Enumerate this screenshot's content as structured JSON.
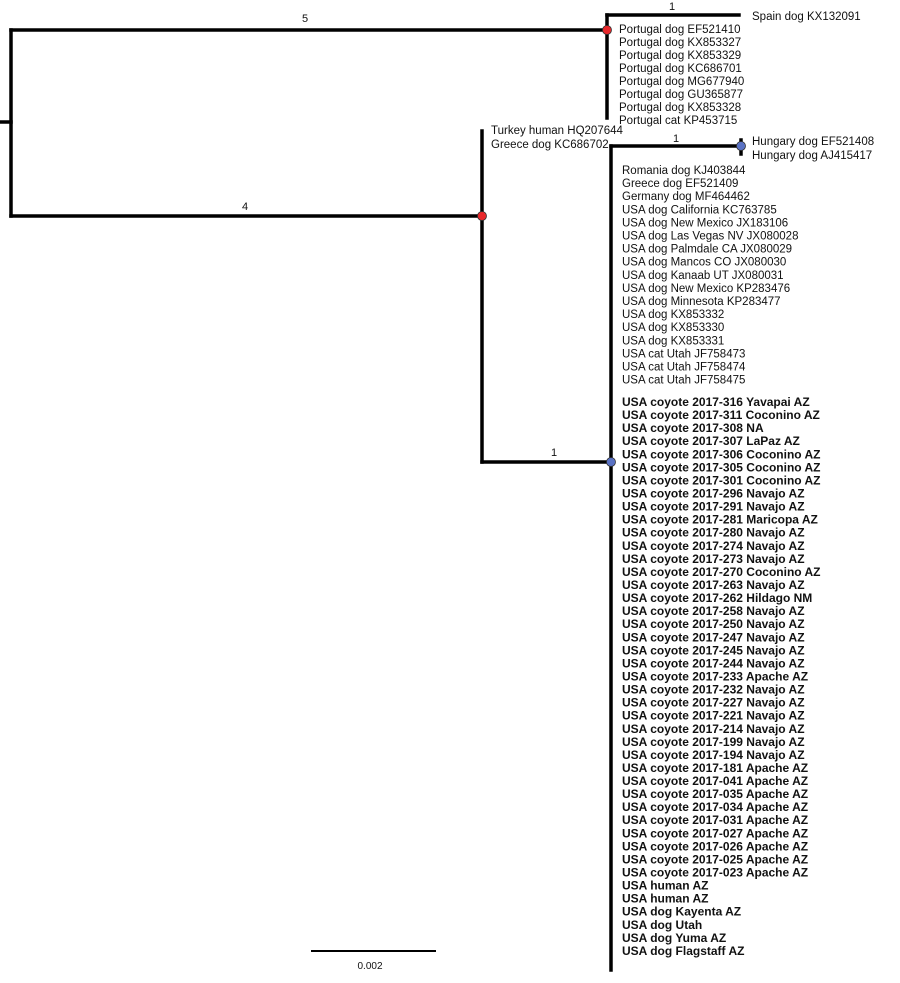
{
  "colors": {
    "node_high": "#e8282b",
    "node_low": "#5a72c4",
    "branch": "#000000"
  },
  "support_labels": {
    "s5": "5",
    "s4": "4",
    "s1_spain": "1",
    "s1_hungary": "1",
    "s1_usa": "1"
  },
  "scale_bar": {
    "label": "0.002"
  },
  "clades": {
    "spain": [
      "Spain dog KX132091"
    ],
    "portugal": [
      "Portugal dog EF521410",
      "Portugal dog KX853327",
      "Portugal dog KX853329",
      "Portugal dog KC686701",
      "Portugal dog MG677940",
      "Portugal dog GU365877",
      "Portugal dog KX853328",
      "Portugal cat KP453715"
    ],
    "turkey_greece": [
      "Turkey human HQ207644",
      "Greece dog KC686702"
    ],
    "hungary": [
      "Hungary dog EF521408",
      "Hungary dog AJ415417"
    ],
    "usa_plain": [
      "Romania dog KJ403844",
      "Greece dog EF521409",
      "Germany dog MF464462",
      "USA dog California KC763785",
      "USA dog New Mexico JX183106",
      "USA dog Las Vegas NV JX080028",
      "USA dog Palmdale CA JX080029",
      "USA dog Mancos CO JX080030",
      "USA dog Kanaab UT JX080031",
      "USA dog New Mexico KP283476",
      "USA dog Minnesota KP283477",
      "USA dog KX853332",
      "USA dog KX853330",
      "USA dog KX853331",
      "USA cat Utah JF758473",
      "USA cat Utah JF758474",
      "USA cat Utah JF758475"
    ],
    "usa_bold": [
      "USA coyote 2017-316 Yavapai AZ",
      "USA coyote 2017-311 Coconino AZ",
      "USA coyote 2017-308 NA",
      "USA coyote 2017-307 LaPaz AZ",
      "USA coyote 2017-306 Coconino AZ",
      "USA coyote 2017-305 Coconino AZ",
      "USA coyote 2017-301 Coconino AZ",
      "USA coyote 2017-296 Navajo AZ",
      "USA coyote 2017-291 Navajo AZ",
      "USA coyote 2017-281 Maricopa AZ",
      "USA coyote 2017-280 Navajo AZ",
      "USA coyote 2017-274 Navajo AZ",
      "USA coyote 2017-273 Navajo AZ",
      "USA coyote 2017-270 Coconino AZ",
      "USA coyote 2017-263 Navajo AZ",
      "USA coyote 2017-262 Hildago NM",
      "USA coyote 2017-258 Navajo AZ",
      "USA coyote 2017-250 Navajo AZ",
      "USA coyote 2017-247 Navajo AZ",
      "USA coyote 2017-245 Navajo AZ",
      "USA coyote 2017-244 Navajo AZ",
      "USA coyote 2017-233 Apache AZ",
      "USA coyote 2017-232 Navajo AZ",
      "USA coyote 2017-227 Navajo AZ",
      "USA coyote 2017-221 Navajo AZ",
      "USA coyote 2017-214 Navajo AZ",
      "USA coyote 2017-199 Navajo AZ",
      "USA coyote 2017-194 Navajo AZ",
      "USA coyote 2017-181 Apache AZ",
      "USA coyote 2017-041 Apache AZ",
      "USA coyote 2017-035 Apache AZ",
      "USA coyote 2017-034 Apache AZ",
      "USA coyote 2017-031 Apache AZ",
      "USA coyote 2017-027 Apache AZ",
      "USA coyote 2017-026 Apache AZ",
      "USA coyote 2017-025 Apache AZ",
      "USA coyote 2017-023 Apache AZ",
      "USA human AZ",
      "USA human AZ",
      "USA dog Kayenta AZ",
      "USA dog Utah",
      "USA dog Yuma AZ",
      "USA dog Flagstaff AZ"
    ]
  }
}
